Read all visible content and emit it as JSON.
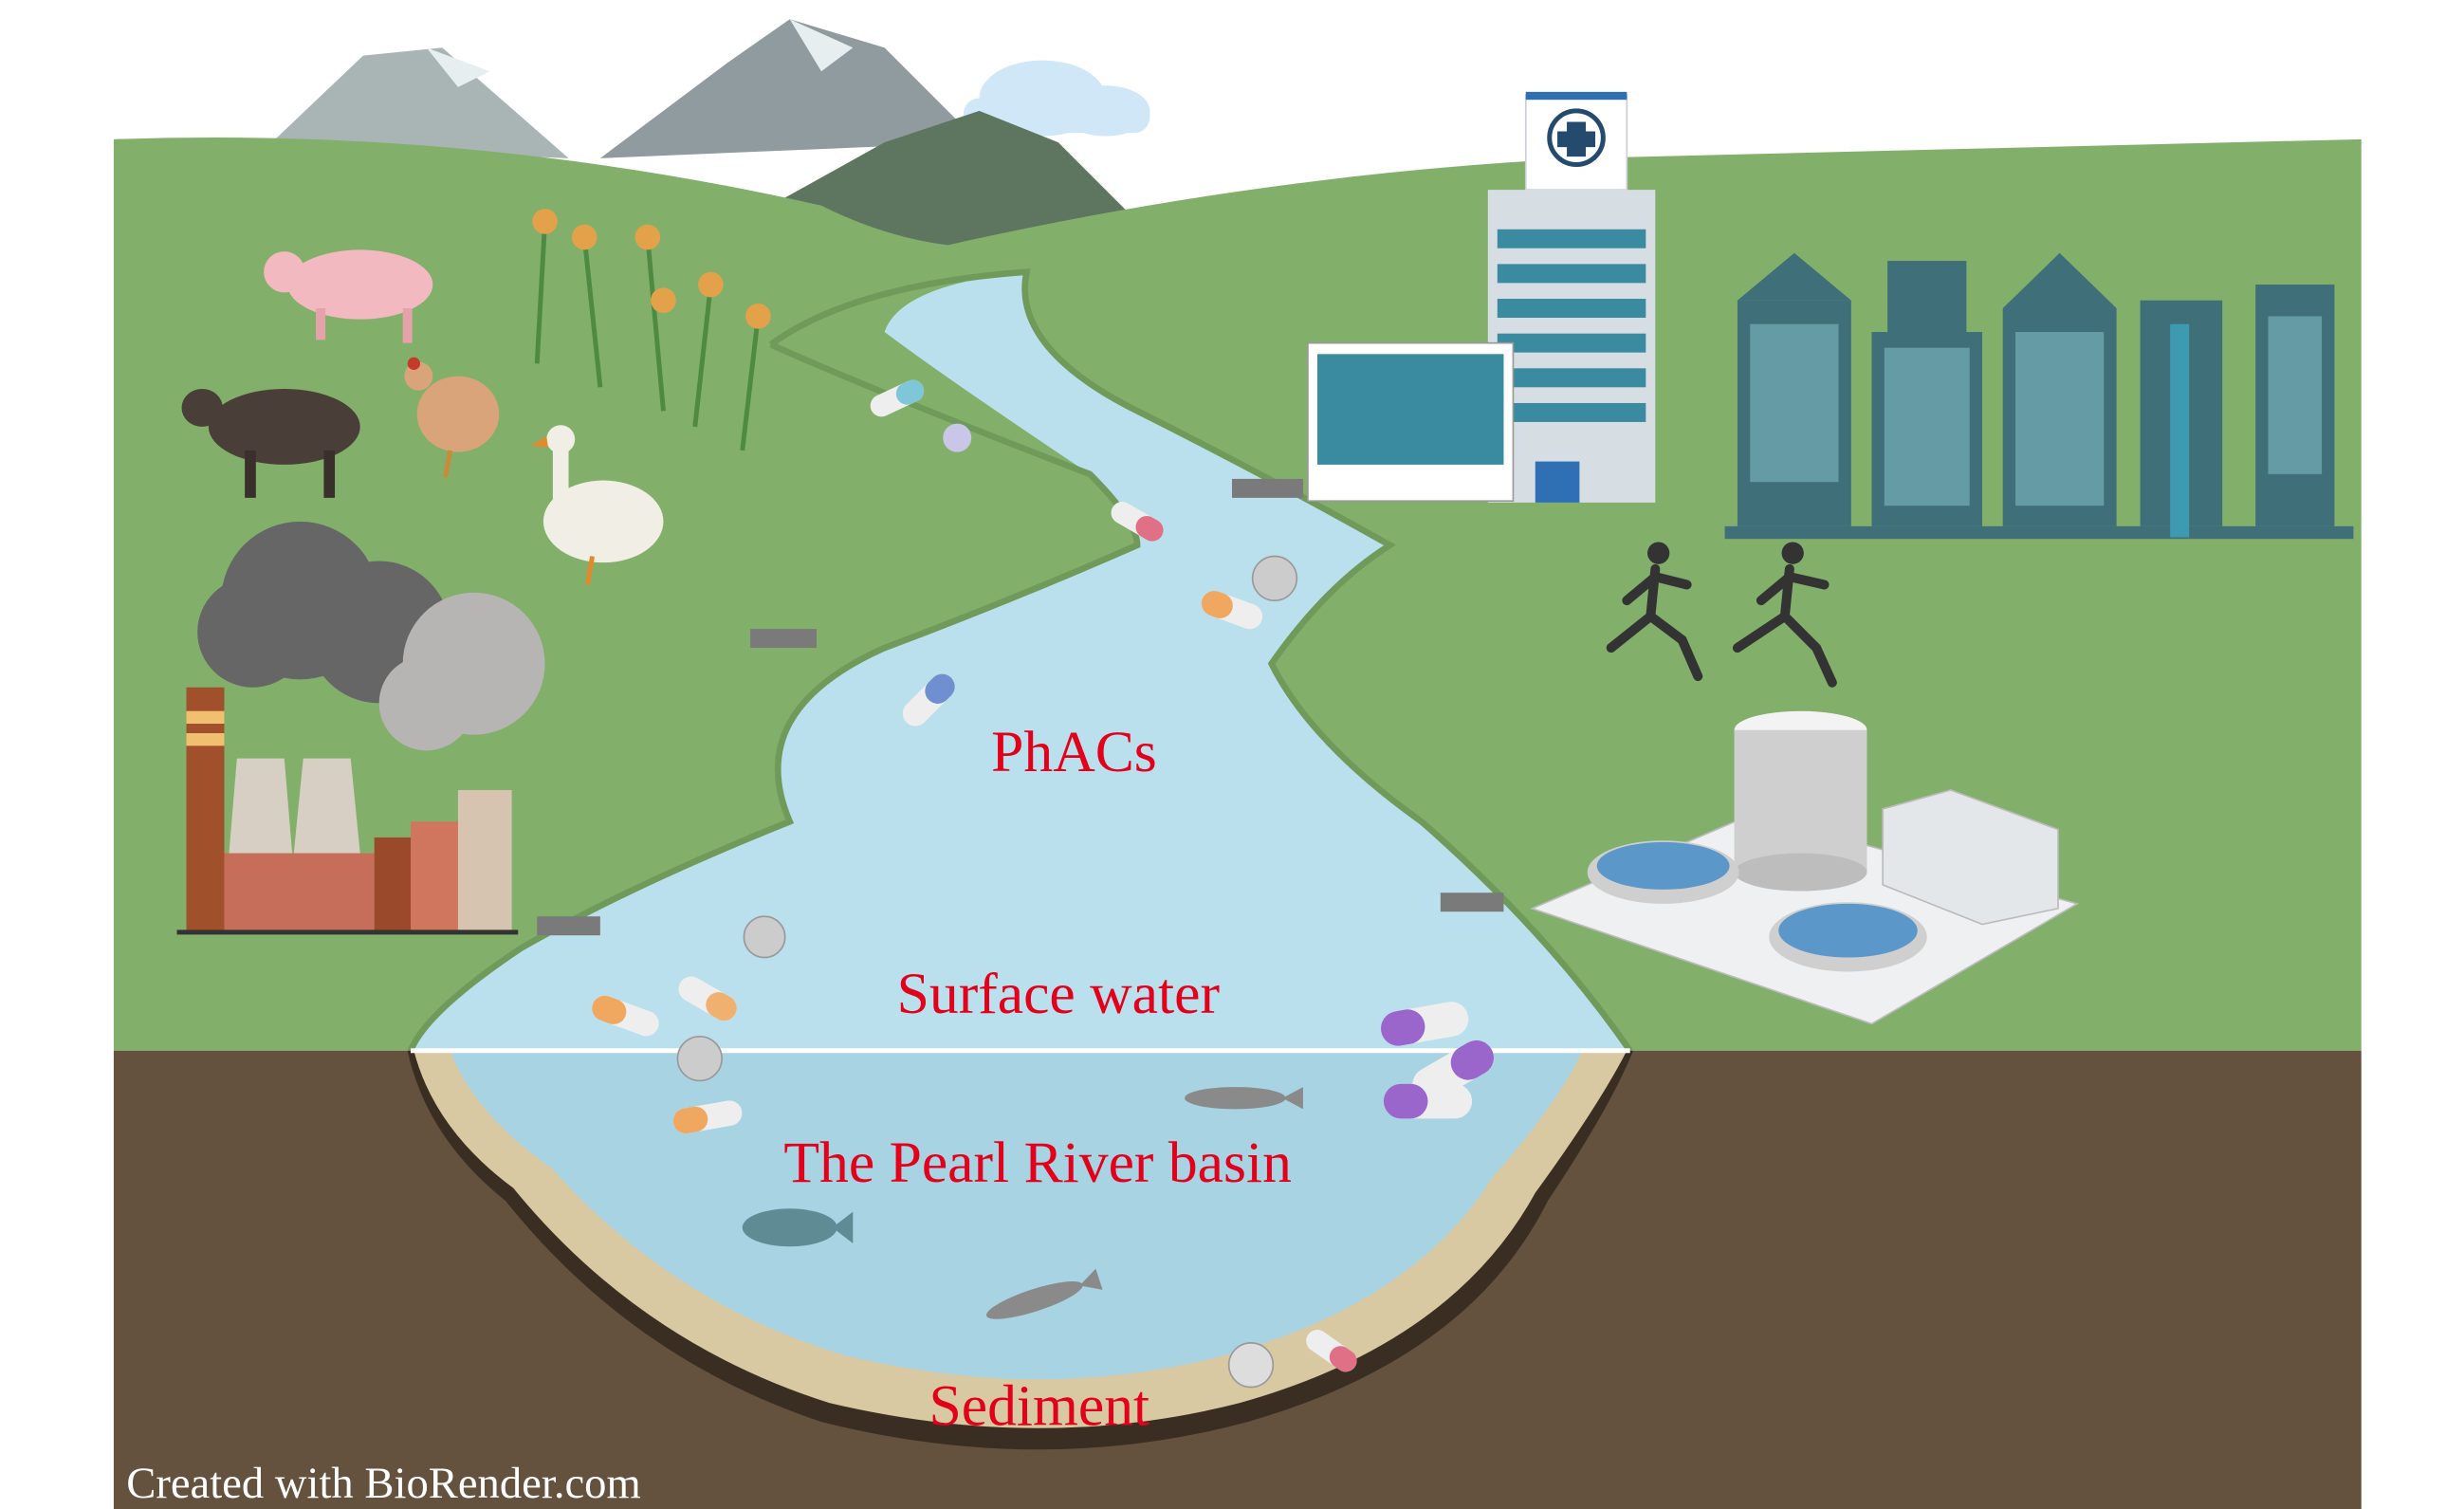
{
  "labels": {
    "phacs": "PhACs",
    "surface_water": "Surface water",
    "basin": "The Pearl River basin",
    "sediment": "Sediment"
  },
  "credit": "Created with BioRender.com",
  "colors": {
    "grass": "#82b06a",
    "ground": "#64523f",
    "water": "#b9e0ec",
    "basin_water": "#a7d3e3",
    "sediment": "#d8c9a2",
    "label": "#e3001b",
    "building": "#3f6f78"
  }
}
